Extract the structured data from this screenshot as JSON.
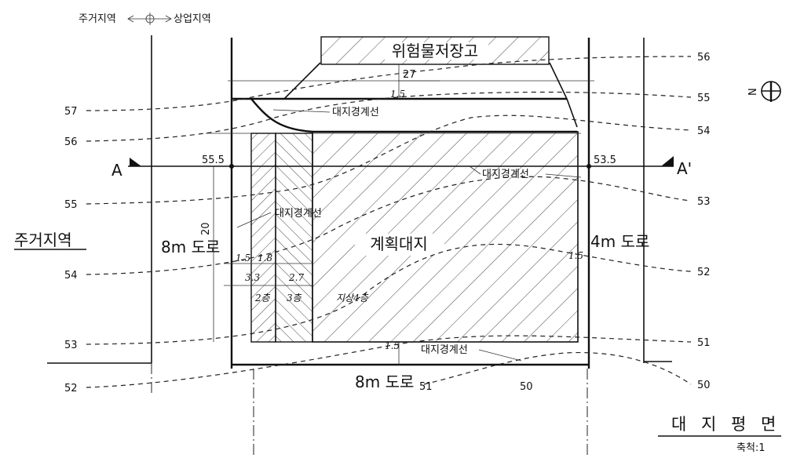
{
  "zoning": {
    "top_label_left": "주거지역",
    "top_label_right": "상업지역",
    "left_zone": "주거지역"
  },
  "section": {
    "left": "A",
    "right": "A'"
  },
  "spot_elevations": {
    "left": "55.5",
    "right": "53.5"
  },
  "left_contours": [
    "57",
    "56",
    "55",
    "54",
    "53",
    "52"
  ],
  "right_contours": [
    "56",
    "55",
    "54",
    "53",
    "52",
    "51",
    "50"
  ],
  "bottom_contours": [
    "51",
    "50"
  ],
  "labels": {
    "warehouse": "위험물저장고",
    "boundary_top": "대지경계선",
    "boundary_right": "대지경계선",
    "boundary_left": "대지경계선",
    "boundary_bottom": "대지경계선",
    "plan_site": "계획대지",
    "road_left": "8m 도로",
    "road_right": "4m 도로",
    "road_bottom": "8m 도로"
  },
  "dimensions": {
    "top_27": "27",
    "left_20": "20",
    "d_15_a": "1.5",
    "d_18": "1.8",
    "d_15_top": "1.5",
    "d_15_right": "1.5",
    "d_15_bottom": "1.5"
  },
  "handwriting": {
    "h1": "3.3",
    "h2": "2.7",
    "floor2": "2층",
    "floor3": "3층",
    "floor4": "지상4층"
  },
  "title": {
    "main": "대 지 평 면",
    "scale": "축척:1"
  },
  "north": "N"
}
